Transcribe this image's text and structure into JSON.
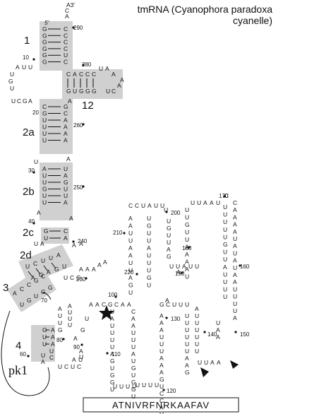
{
  "title": {
    "line1": "tmRNA (Cyanophora paradoxa",
    "line2": "cyanelle)"
  },
  "helix_labels": [
    "1",
    "12",
    "2a",
    "2b",
    "2c",
    "2d",
    "3",
    "4",
    "pk1"
  ],
  "end_labels": {
    "five_prime": "5'",
    "three_prime": "A3'"
  },
  "position_numbers": [
    "10",
    "20",
    "30",
    "40",
    "60",
    "70",
    "80",
    "90",
    "100",
    "110",
    "120",
    "130",
    "140",
    "150",
    "160",
    "170",
    "180",
    "190",
    "200",
    "210",
    "220",
    "230",
    "240",
    "250",
    "260",
    "280",
    "290"
  ],
  "tag_peptide": "ATNIVRFNRKAAFAV",
  "marks": {
    "star": "resume-codon-star",
    "arrowheads": [
      "arrowhead-left",
      "arrowhead-right"
    ]
  },
  "colors": {
    "helix_shade": "#d0d0d0",
    "ink": "#111111"
  }
}
